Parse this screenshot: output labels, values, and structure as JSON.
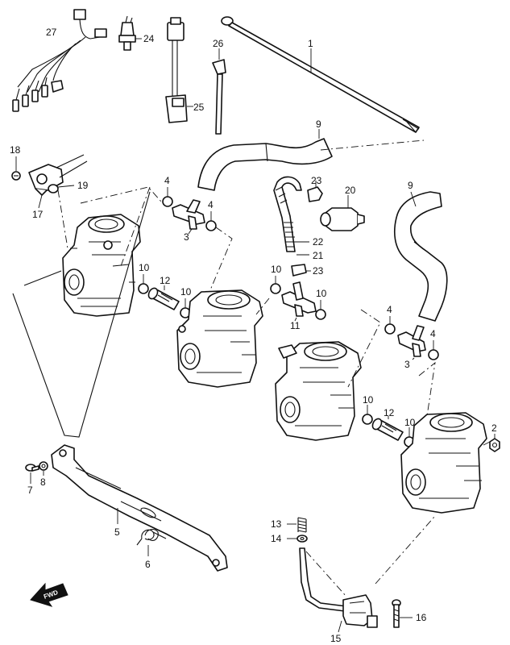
{
  "labels": {
    "p1": "1",
    "p2": "2",
    "p3a": "3",
    "p3b": "3",
    "p4a": "4",
    "p4b": "4",
    "p4c": "4",
    "p4d": "4",
    "p5": "5",
    "p6": "6",
    "p7": "7",
    "p8": "8",
    "p9a": "9",
    "p9b": "9",
    "p10a": "10",
    "p10b": "10",
    "p10c": "10",
    "p10d": "10",
    "p10e": "10",
    "p10f": "10",
    "p11": "11",
    "p12a": "12",
    "p12b": "12",
    "p13": "13",
    "p14": "14",
    "p15": "15",
    "p16": "16",
    "p17": "17",
    "p18": "18",
    "p19": "19",
    "p20": "20",
    "p21": "21",
    "p22": "22",
    "p23a": "23",
    "p23b": "23",
    "p24": "24",
    "p25": "25",
    "p26": "26",
    "p27": "27"
  },
  "fwd_label": "FWD",
  "icons": {
    "forward_arrow": "fwd-arrow-icon"
  }
}
